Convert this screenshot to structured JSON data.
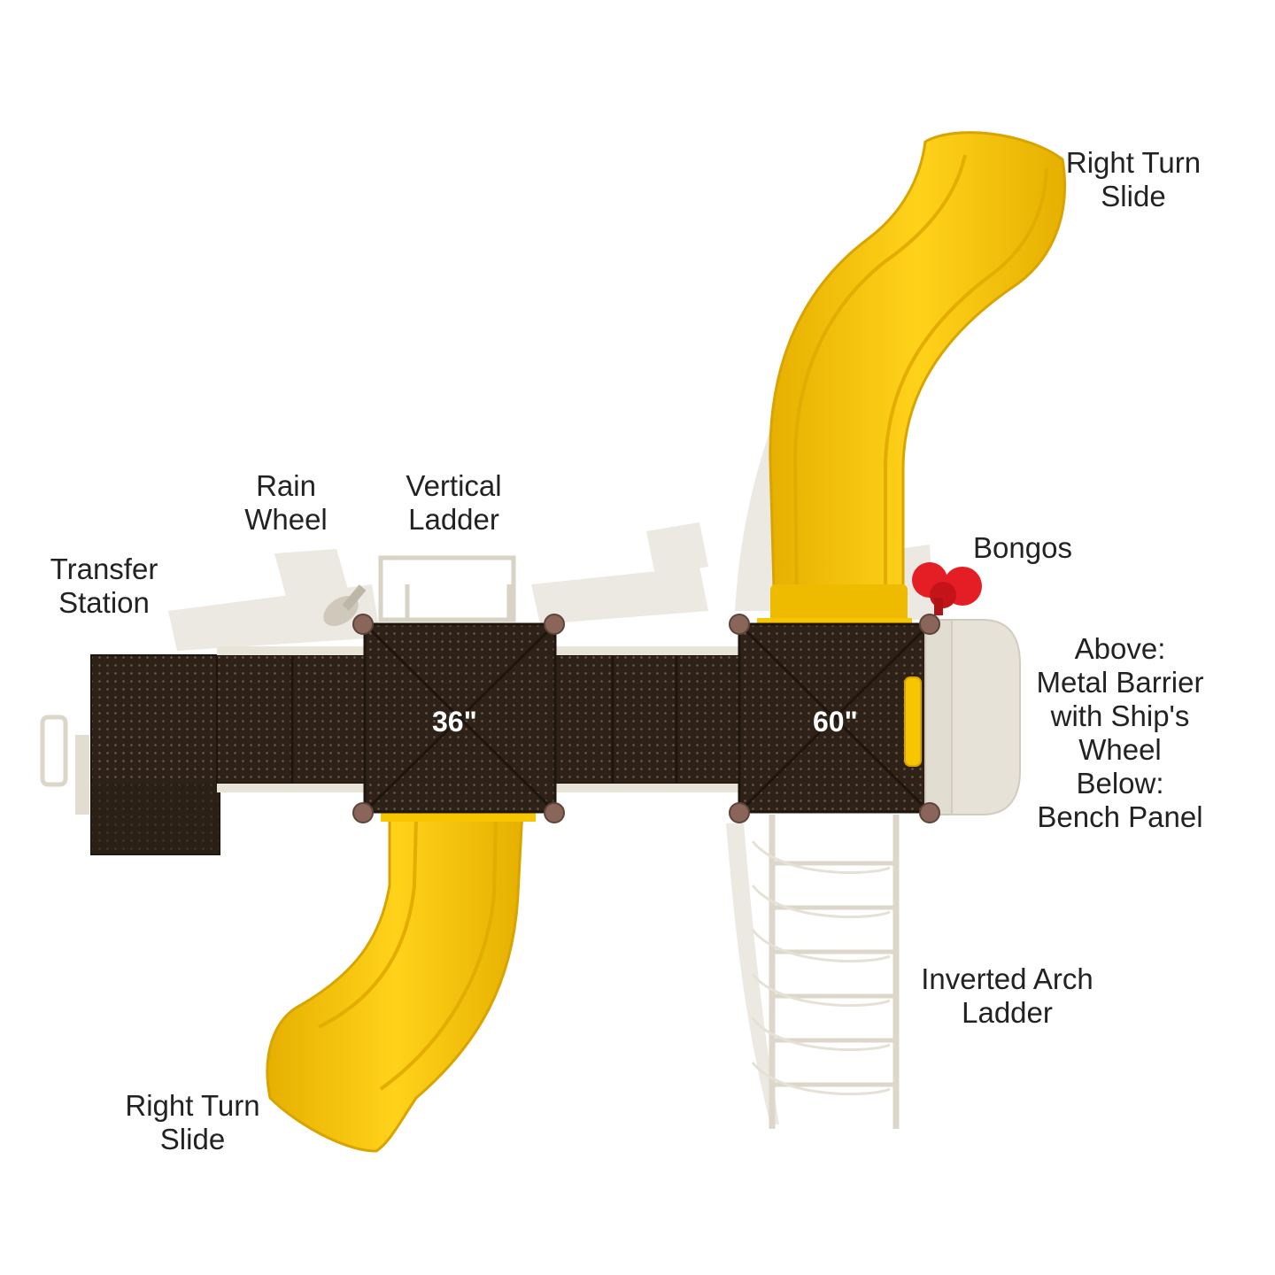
{
  "colors": {
    "slide": "#f7c600",
    "slide_dark": "#d9a400",
    "deck": "#2e2218",
    "deck_dot": "#6b5a48",
    "post": "#7a5a4c",
    "frame": "#e9e4d8",
    "shadow": "#ebe8e2",
    "bongo": "#e51d24"
  },
  "labels": {
    "right_turn_slide_top": [
      "Right Turn",
      "Slide"
    ],
    "rain_wheel": [
      "Rain",
      "Wheel"
    ],
    "vertical_ladder": [
      "Vertical",
      "Ladder"
    ],
    "transfer_station": [
      "Transfer",
      "Station"
    ],
    "bongos": [
      "Bongos"
    ],
    "barrier_bench": [
      "Above:",
      "Metal Barrier",
      "with Ship's",
      "Wheel",
      "Below:",
      "Bench Panel"
    ],
    "inverted_arch_ladder": [
      "Inverted Arch",
      "Ladder"
    ],
    "right_turn_slide_bottom": [
      "Right Turn",
      "Slide"
    ]
  },
  "decks": {
    "deck_36": "36\"",
    "deck_60": "60\""
  }
}
